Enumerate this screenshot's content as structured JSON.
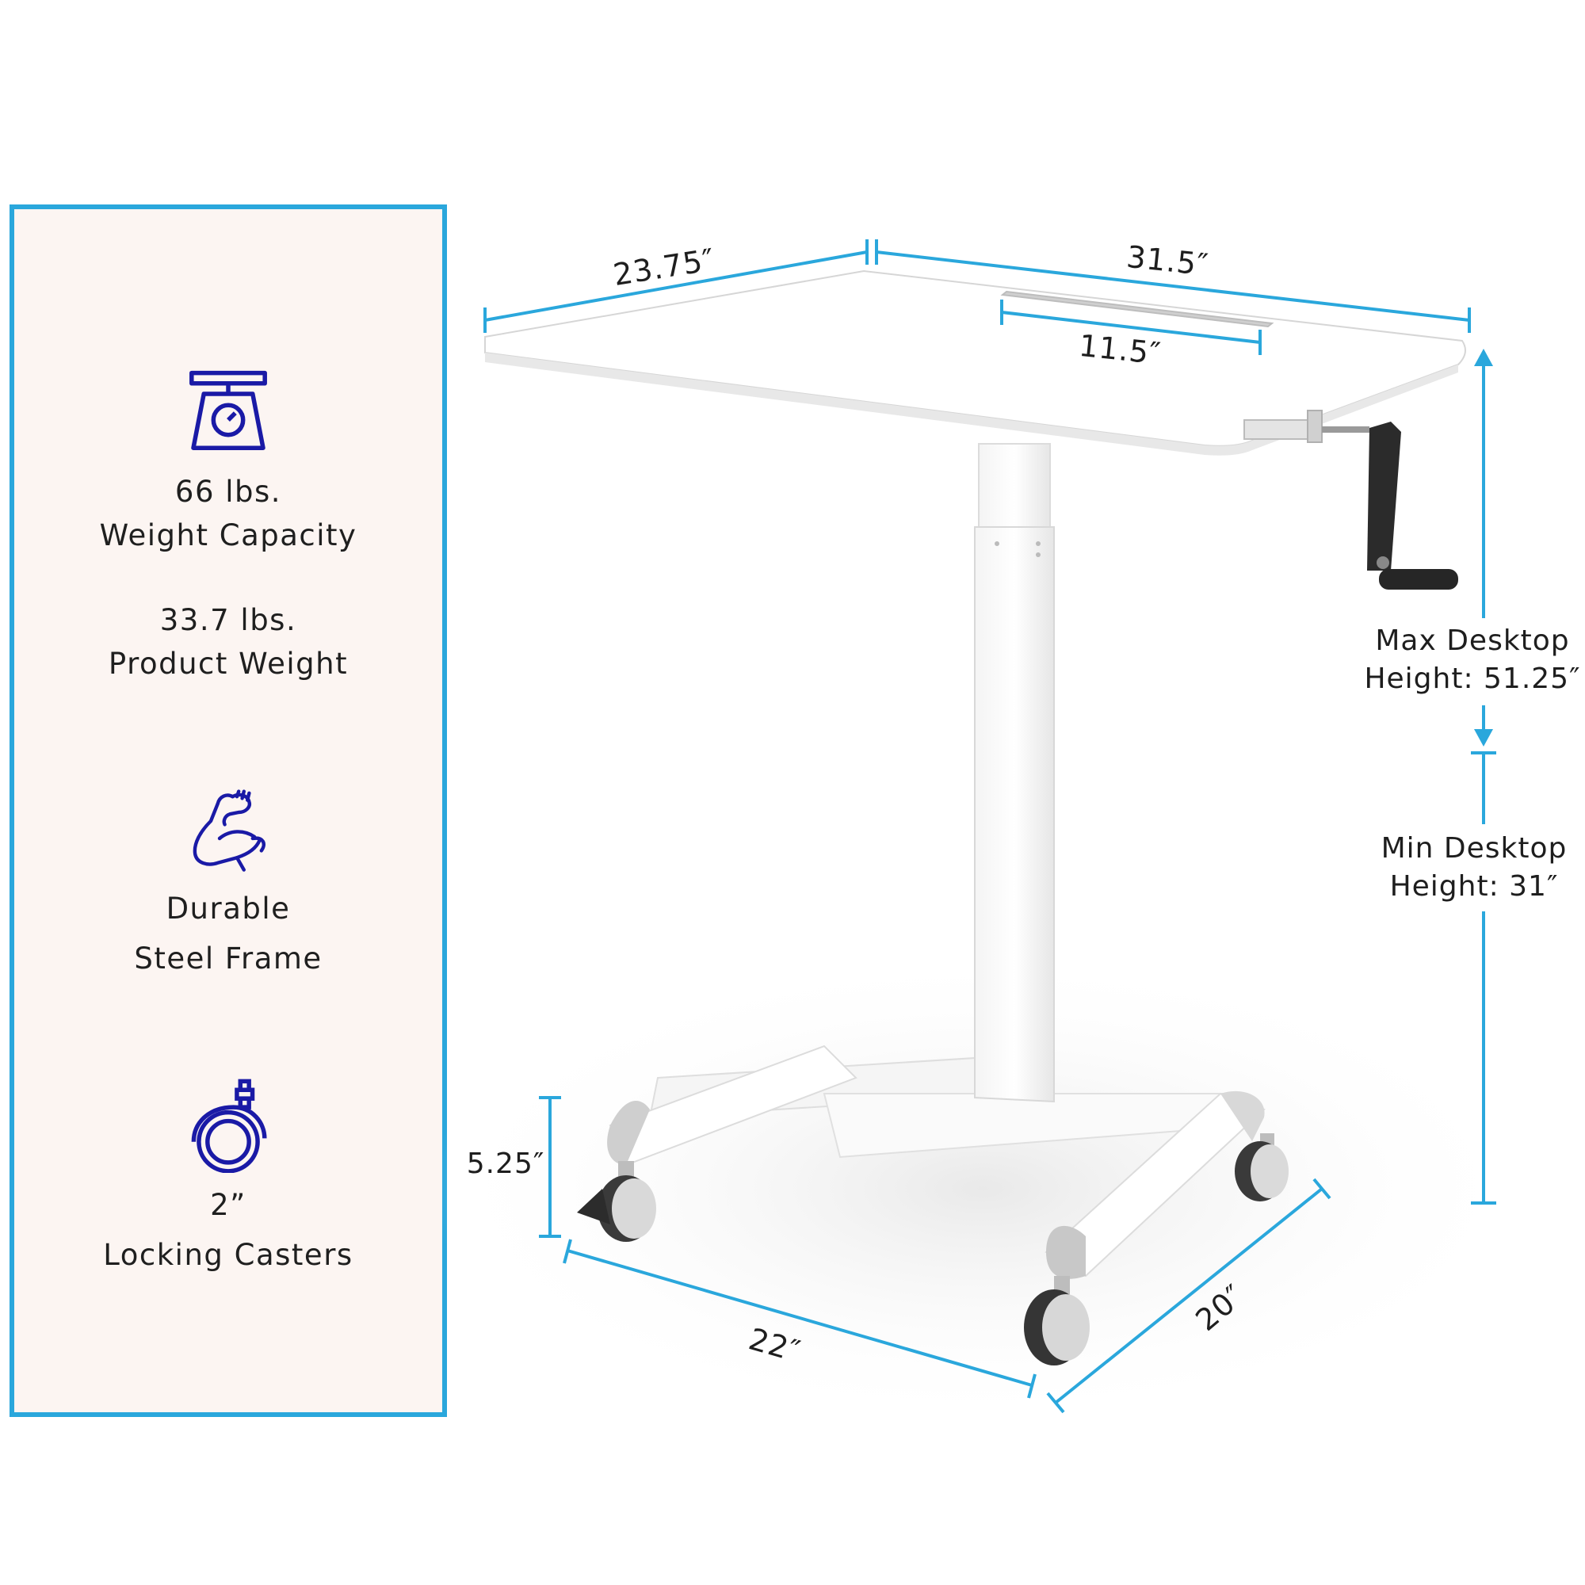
{
  "features": [
    {
      "icon": "scale-icon",
      "lines": [
        "66 lbs.",
        "Weight Capacity"
      ]
    },
    {
      "icon": "",
      "lines": [
        "33.7 lbs.",
        "Product Weight"
      ]
    },
    {
      "icon": "muscle-arm-icon",
      "lines": [
        "Durable",
        "Steel Frame"
      ]
    },
    {
      "icon": "caster-wheel-icon",
      "lines": [
        "2”",
        "Locking Casters"
      ]
    }
  ],
  "dimensions": {
    "depth": "23.75″",
    "width": "31.5″",
    "slot": "11.5″",
    "max_height_line1": "Max Desktop",
    "max_height_line2": "Height: 51.25″",
    "min_height_line1": "Min Desktop",
    "min_height_line2": "Height: 31″",
    "base_height": "5.25″",
    "base_width": "22″",
    "base_depth": "20″"
  },
  "colors": {
    "accent": "#2aa7dc",
    "icon": "#1a1aa6",
    "panel_bg": "#fcf5f2",
    "text": "#1f1f1f"
  }
}
